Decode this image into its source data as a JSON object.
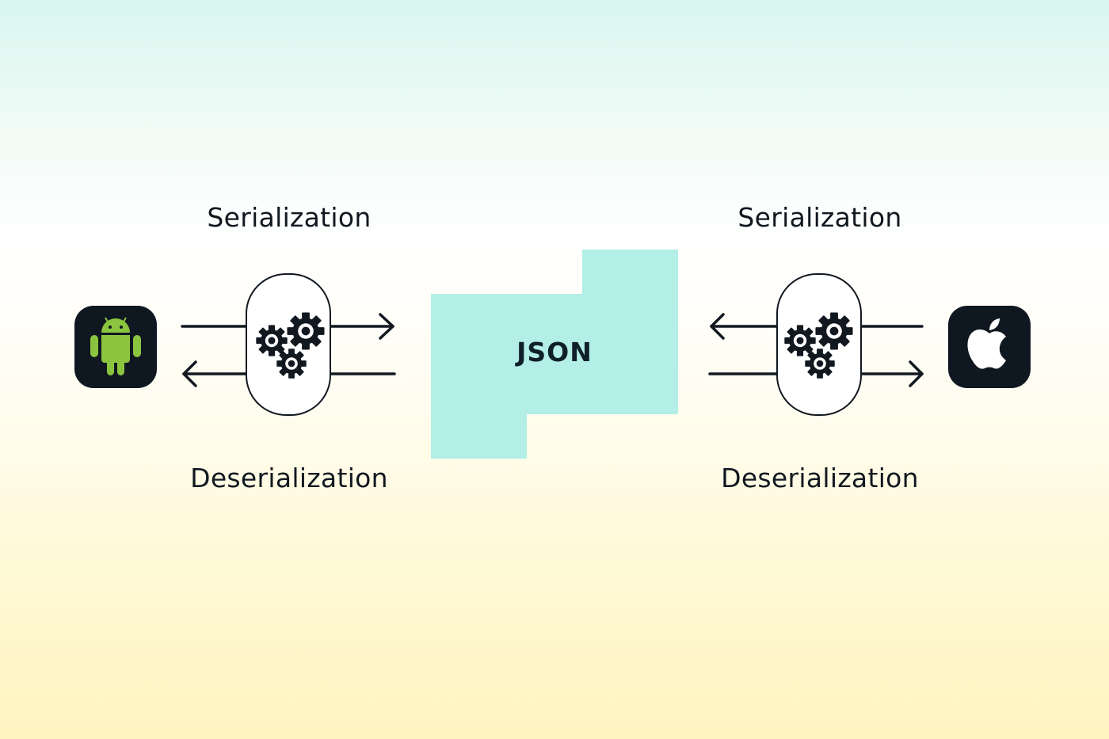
{
  "left_converter": {
    "top_label": "Serialization",
    "bottom_label": "Deserialization"
  },
  "right_converter": {
    "top_label": "Serialization",
    "bottom_label": "Deserialization"
  },
  "center": {
    "label": "JSON"
  },
  "icons": {
    "left_app": "android-icon",
    "right_app": "apple-icon",
    "converter": "gears-icon"
  },
  "colors": {
    "json_block": "#b3efe6",
    "app_tile": "#0f1720",
    "android_green": "#8bc53f",
    "stroke": "#111820"
  }
}
